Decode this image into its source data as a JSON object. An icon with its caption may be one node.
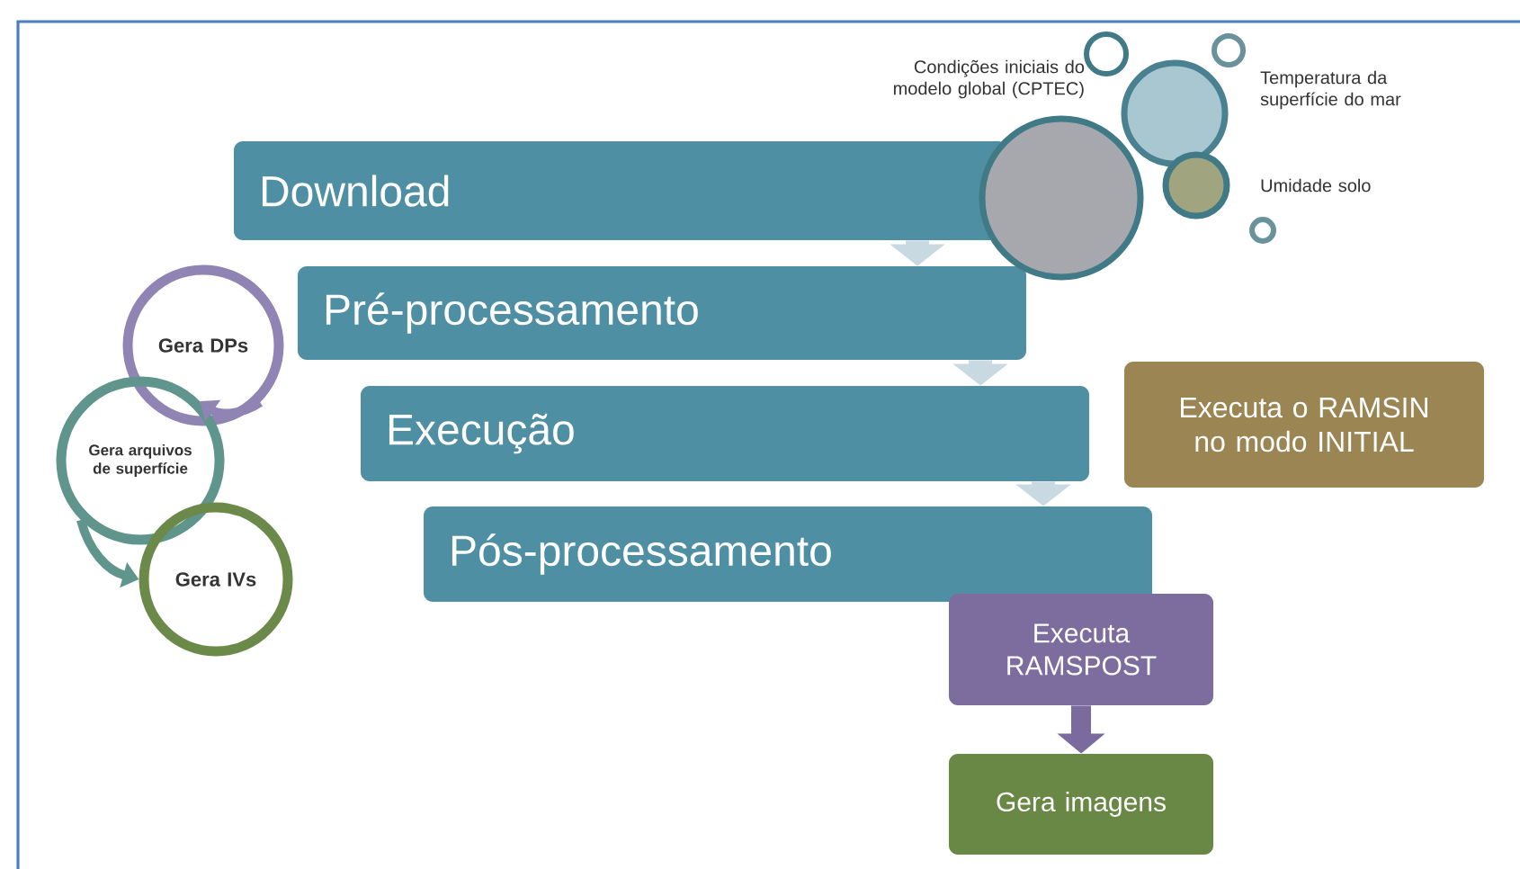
{
  "diagram": {
    "nodes": [
      {
        "text": [
          "Download"
        ]
      },
      {
        "text": [
          "Pré-processamento"
        ]
      },
      {
        "text": [
          "Execução"
        ]
      },
      {
        "text": [
          "Pós-processamento"
        ]
      },
      {
        "text": [
          "Executa RAMSPOST"
        ]
      },
      {
        "text": [
          "Gera imagens"
        ]
      },
      {
        "text": [
          "Executa o RAMSIN no modo INITIAL"
        ]
      },
      {
        "text": [
          "Condições iniciais do modelo global (CPTEC)"
        ]
      },
      {
        "text": [
          "Temperatura da superfície do mar"
        ]
      },
      {
        "text": [
          "Umidade solo"
        ]
      },
      {
        "text": [
          "Gera DPs"
        ]
      },
      {
        "text": [
          "Gera arquivos de superfície"
        ]
      },
      {
        "text": [
          "Gera IVs"
        ]
      }
    ],
    "edges": [
      {
        "from": 0,
        "to": 1,
        "arrow": "to",
        "color": "#c8d9e1"
      },
      {
        "from": 1,
        "to": 2,
        "arrow": "to",
        "color": "#c8d9e1"
      },
      {
        "from": 2,
        "to": 3,
        "arrow": "to",
        "color": "#c8d9e1"
      },
      {
        "from": 4,
        "to": 5,
        "arrow": "to",
        "color": "#7a6a9e"
      },
      {
        "from": 10,
        "to": 11,
        "arrow": "to",
        "color": "#8f84b3"
      },
      {
        "from": 11,
        "to": 12,
        "arrow": "to",
        "color": "#5f958d"
      }
    ]
  }
}
